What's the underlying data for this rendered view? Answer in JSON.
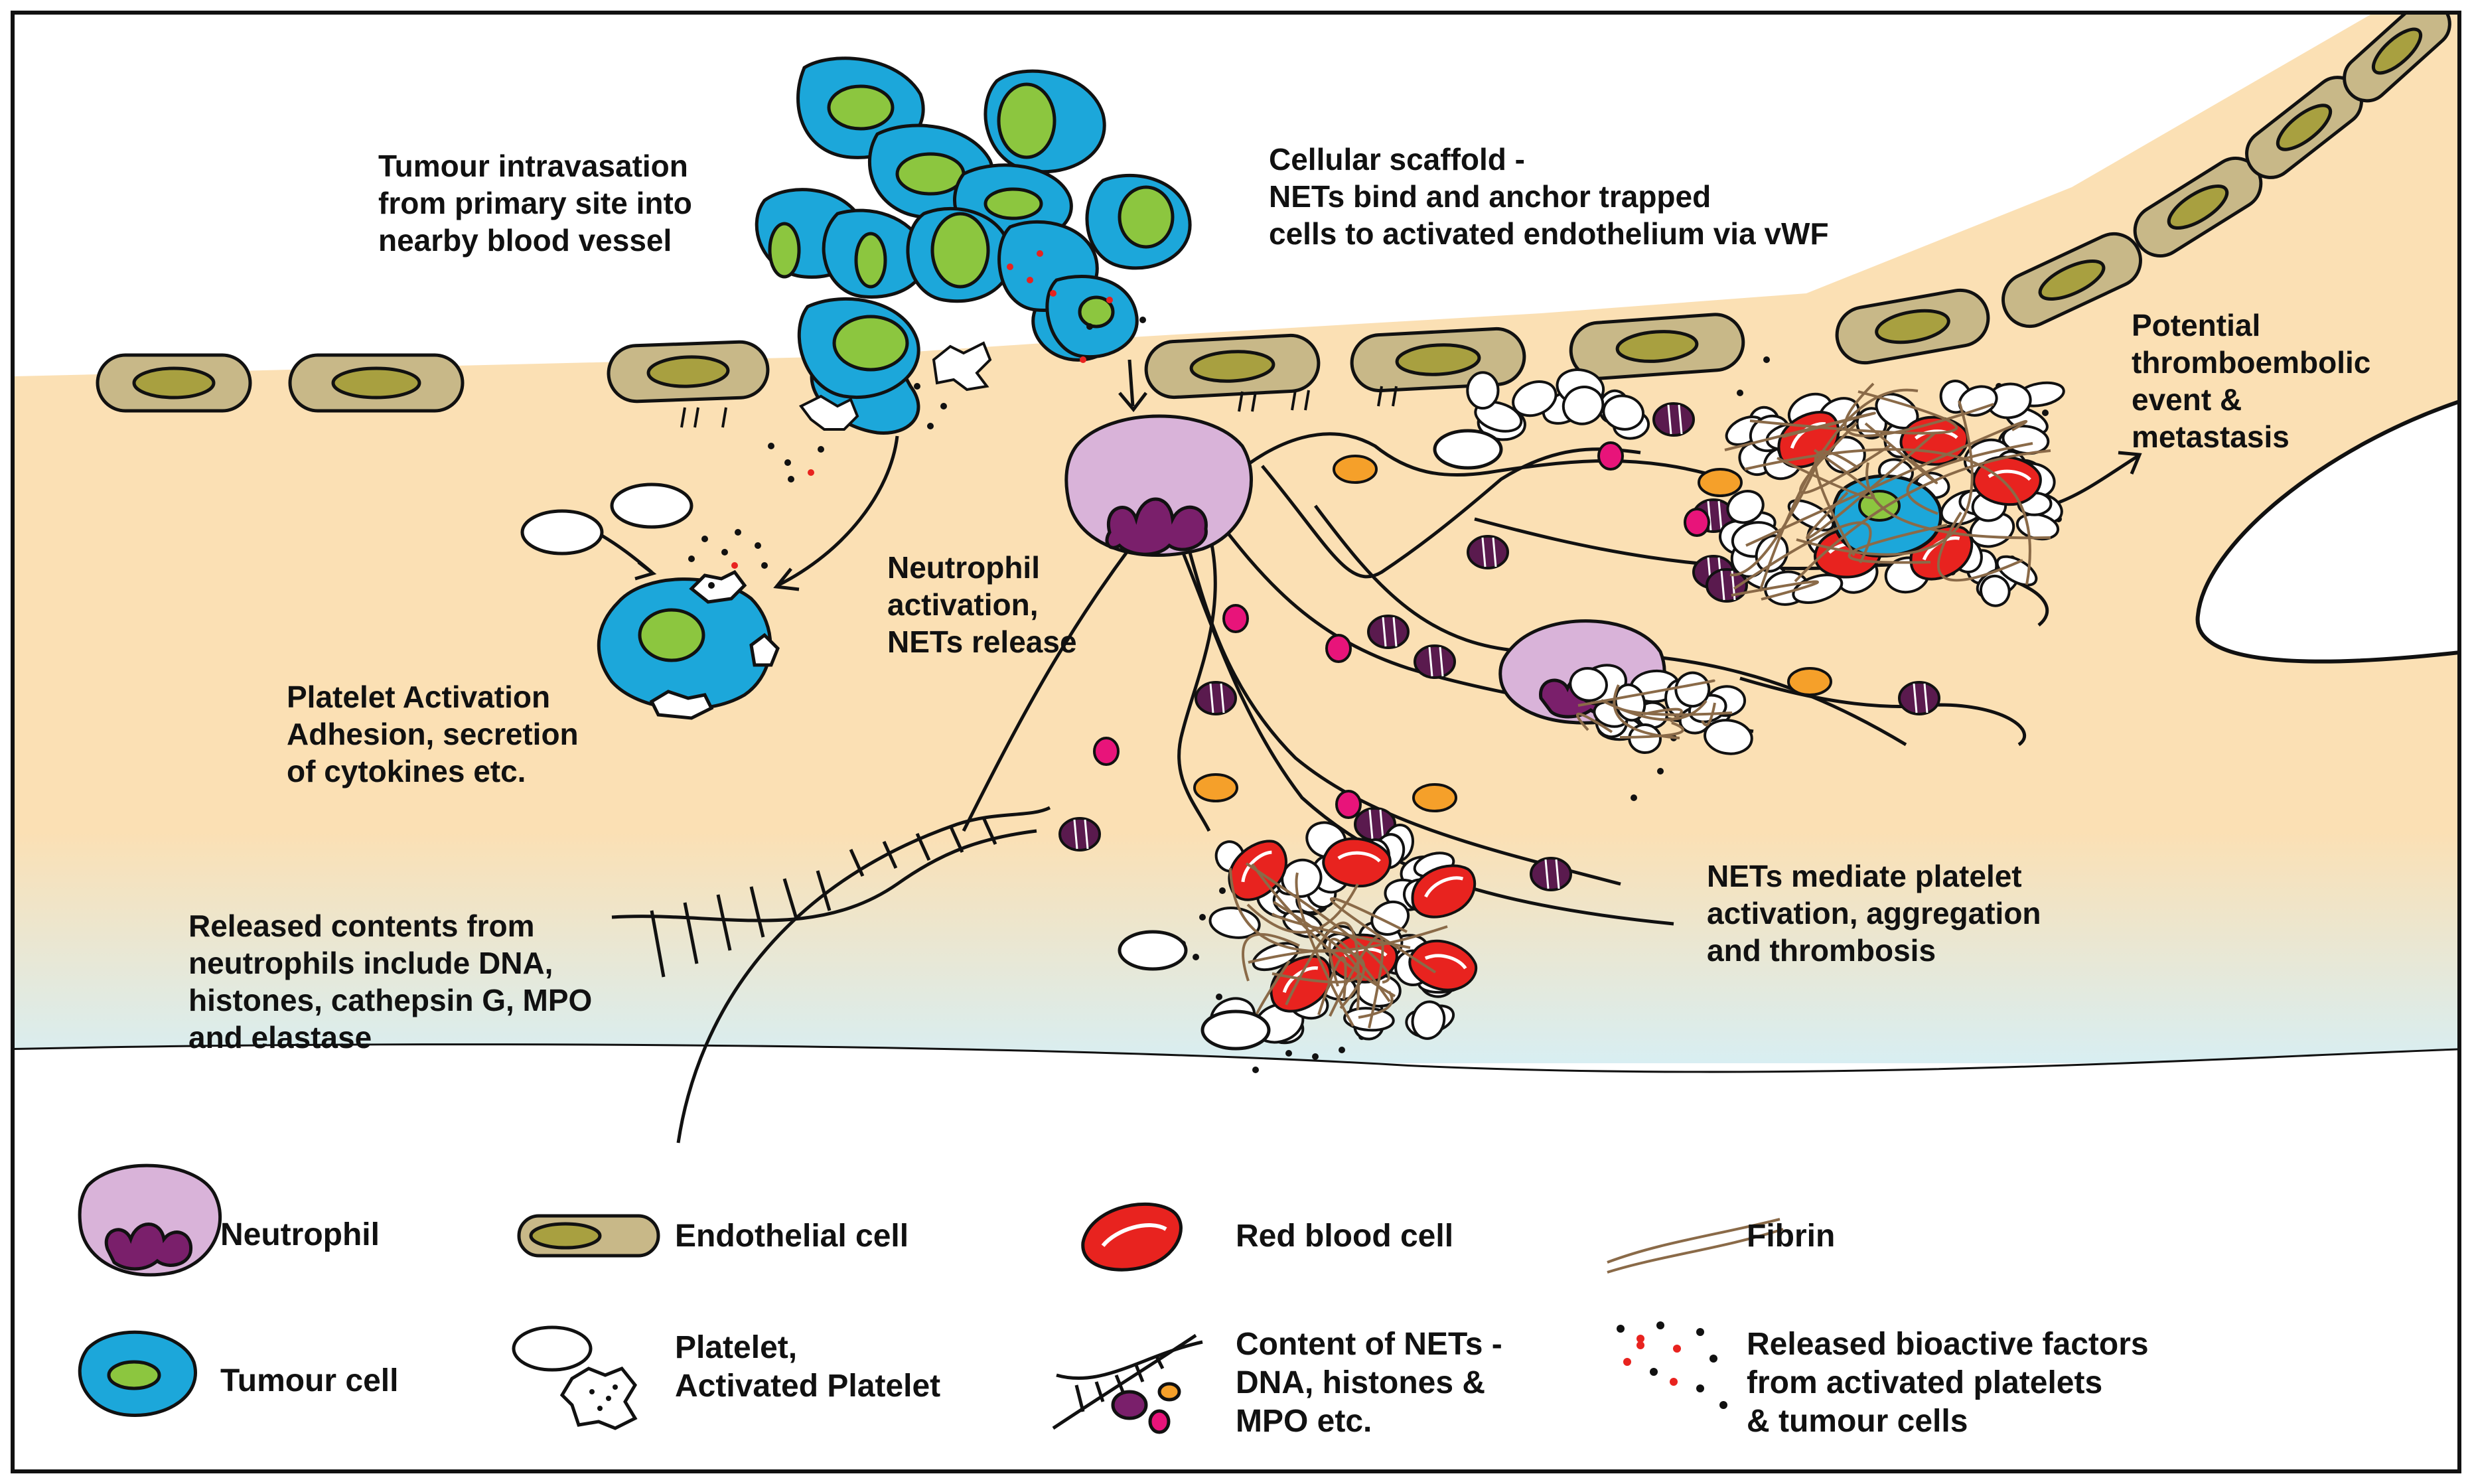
{
  "colors": {
    "vessel_top": "#fbe0b4",
    "vessel_bottom": "#d8eef2",
    "endothelial": "#c8b888",
    "endothelial_nucleus": "#a8a040",
    "tumour": "#1ca7da",
    "tumour_nucleus": "#8cc63f",
    "neutrophil": "#d9b3d9",
    "neutrophil_nucleus": "#7a1f6b",
    "histone": "#5a1a4e",
    "mpo": "#e8147a",
    "elastase": "#f5a02a",
    "red_blood_cell": "#e8231f",
    "fibrin": "#8a6a48"
  },
  "annotations": {
    "intravasation": "Tumour intravasation\nfrom primary site into\nnearby blood vessel",
    "scaffold": "Cellular scaffold -\nNETs bind and anchor trapped\ncells to activated endothelium via vWF",
    "thrombo": "Potential\nthromboembolic\nevent &\nmetastasis",
    "neutrophil_activation": "Neutrophil\nactivation,\nNETs release",
    "platelet_activation": "Platelet Activation\nAdhesion, secretion\nof cytokines etc.",
    "released_contents": "Released contents from\nneutrophils include DNA,\nhistones, cathepsin G, MPO\nand elastase",
    "nets_mediate": "NETs mediate platelet\nactivation, aggregation\nand thrombosis"
  },
  "legend": {
    "neutrophil": "Neutrophil",
    "endothelial": "Endothelial cell",
    "rbc": "Red blood cell",
    "fibrin": "Fibrin",
    "tumour": "Tumour cell",
    "platelet": "Platelet,\nActivated Platelet",
    "nets": "Content of NETs -\nDNA, histones &\nMPO etc.",
    "factors": "Released bioactive factors\nfrom activated platelets\n& tumour cells"
  }
}
